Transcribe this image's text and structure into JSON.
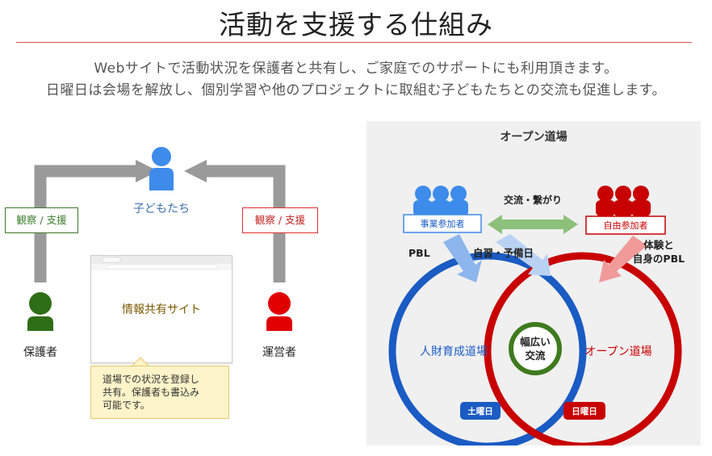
{
  "header": {
    "title": "活動を支援する仕組み",
    "intro_line1": "Webサイトで活動状況を保護者と共有し、ご家庭でのサポートにも利用頂きます。",
    "intro_line2": "日曜日は会場を解放し、個別学習や他のプロジェクトに取組む子どもたちとの交流も促進します。"
  },
  "left_diagram": {
    "children_label": "子どもたち",
    "guardian_label": "保護者",
    "operator_label": "運営者",
    "observe_support_left": "観察 / 支援",
    "observe_support_right": "観察 / 支援",
    "site_title": "情報共有サイト",
    "note_line1": "道場での状況を登録し",
    "note_line2": "共有。保護者も書込み",
    "note_line3": "可能です。",
    "colors": {
      "children": "#3d8bea",
      "guardian": "#2e6e16",
      "operator": "#e00000",
      "arrow": "#9a9a9a"
    }
  },
  "right_diagram": {
    "panel_title": "オープン道場",
    "business_participants": "事業参加者",
    "free_participants": "自由参加者",
    "exchange_link": "交流・繋がり",
    "pbl": "PBL",
    "self_study": "自習・予備日",
    "experience_line1": "体験と",
    "experience_line2": "自身のPBL",
    "talent_dojo": "人財育成道場",
    "open_dojo": "オープン道場",
    "wide_exchange_line1": "幅広い",
    "wide_exchange_line2": "交流",
    "saturday": "土曜日",
    "sunday": "日曜日",
    "colors": {
      "blue": "#1a5bc4",
      "red": "#c80000",
      "green": "#3e7a1e",
      "link_arrow": "#8dc07a"
    }
  }
}
